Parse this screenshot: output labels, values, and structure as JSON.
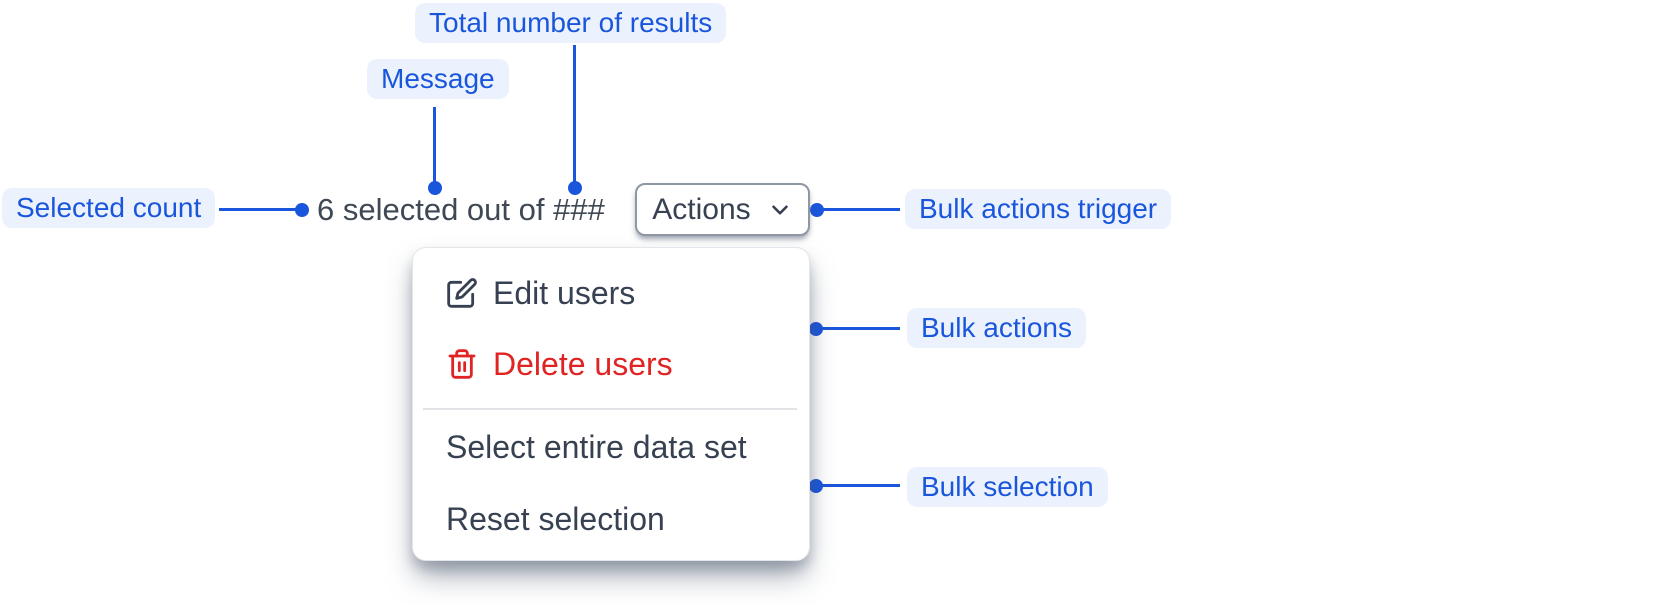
{
  "annotations": {
    "total_results": "Total number of results",
    "message": "Message",
    "selected_count": "Selected count",
    "bulk_actions_trigger": "Bulk actions trigger",
    "bulk_actions": "Bulk actions",
    "bulk_selection": "Bulk selection"
  },
  "toolbar": {
    "message_text": "6 selected out of ###",
    "selected_count_value": "6",
    "total_placeholder": "###",
    "actions_label": "Actions",
    "trigger_icon": "chevron-down-icon"
  },
  "menu": {
    "bulk_actions": [
      {
        "label": "Edit users",
        "icon": "edit-icon",
        "color": "#374151"
      },
      {
        "label": "Delete users",
        "icon": "trash-icon",
        "color": "#E02424"
      }
    ],
    "bulk_selection": [
      {
        "label": "Select entire data set"
      },
      {
        "label": "Reset selection"
      }
    ]
  },
  "colors": {
    "accent_blue": "#1A56DB",
    "annotation_bg": "#EBF2FE",
    "text_dark": "#374151",
    "danger_red": "#E02424",
    "button_border": "#8F97A5",
    "divider": "#E1E3E7"
  }
}
